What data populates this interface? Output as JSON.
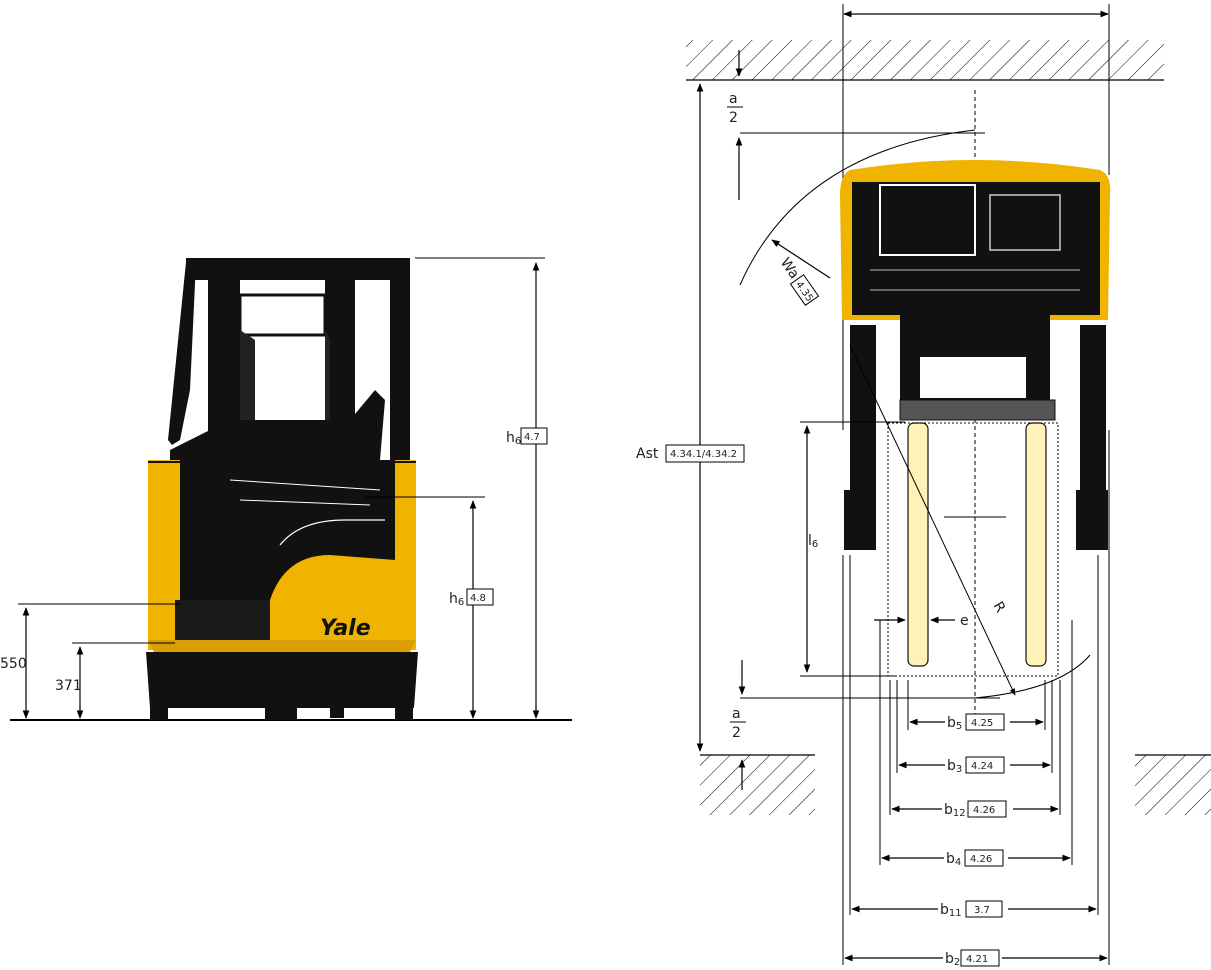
{
  "brand": {
    "logo_text": "Yale",
    "accent_color": "#f0b400"
  },
  "front_view": {
    "dim_550": "550",
    "dim_371": "371",
    "h6_upper": {
      "symbol": "h",
      "sub": "6",
      "ref": "4.7"
    },
    "h6_lower": {
      "symbol": "h",
      "sub": "6",
      "ref": "4.8"
    }
  },
  "top_view": {
    "ast": {
      "symbol": "Ast",
      "ref": "4.34.1/4.34.2"
    },
    "wa": {
      "symbol": "Wa",
      "ref": "4.35"
    },
    "a_half_top": {
      "num": "a",
      "den": "2"
    },
    "a_half_bottom": {
      "num": "a",
      "den": "2"
    },
    "l6": {
      "symbol": "l",
      "sub": "6"
    },
    "e": {
      "symbol": "e"
    },
    "r": {
      "symbol": "R"
    },
    "widths": [
      {
        "symbol": "b",
        "sub": "5",
        "ref": "4.25"
      },
      {
        "symbol": "b",
        "sub": "3",
        "ref": "4.24"
      },
      {
        "symbol": "b",
        "sub": "12",
        "ref": "4.26"
      },
      {
        "symbol": "b",
        "sub": "4",
        "ref": "4.26"
      },
      {
        "symbol": "b",
        "sub": "11",
        "ref": "3.7"
      },
      {
        "symbol": "b",
        "sub": "2",
        "ref": "4.21"
      }
    ]
  }
}
